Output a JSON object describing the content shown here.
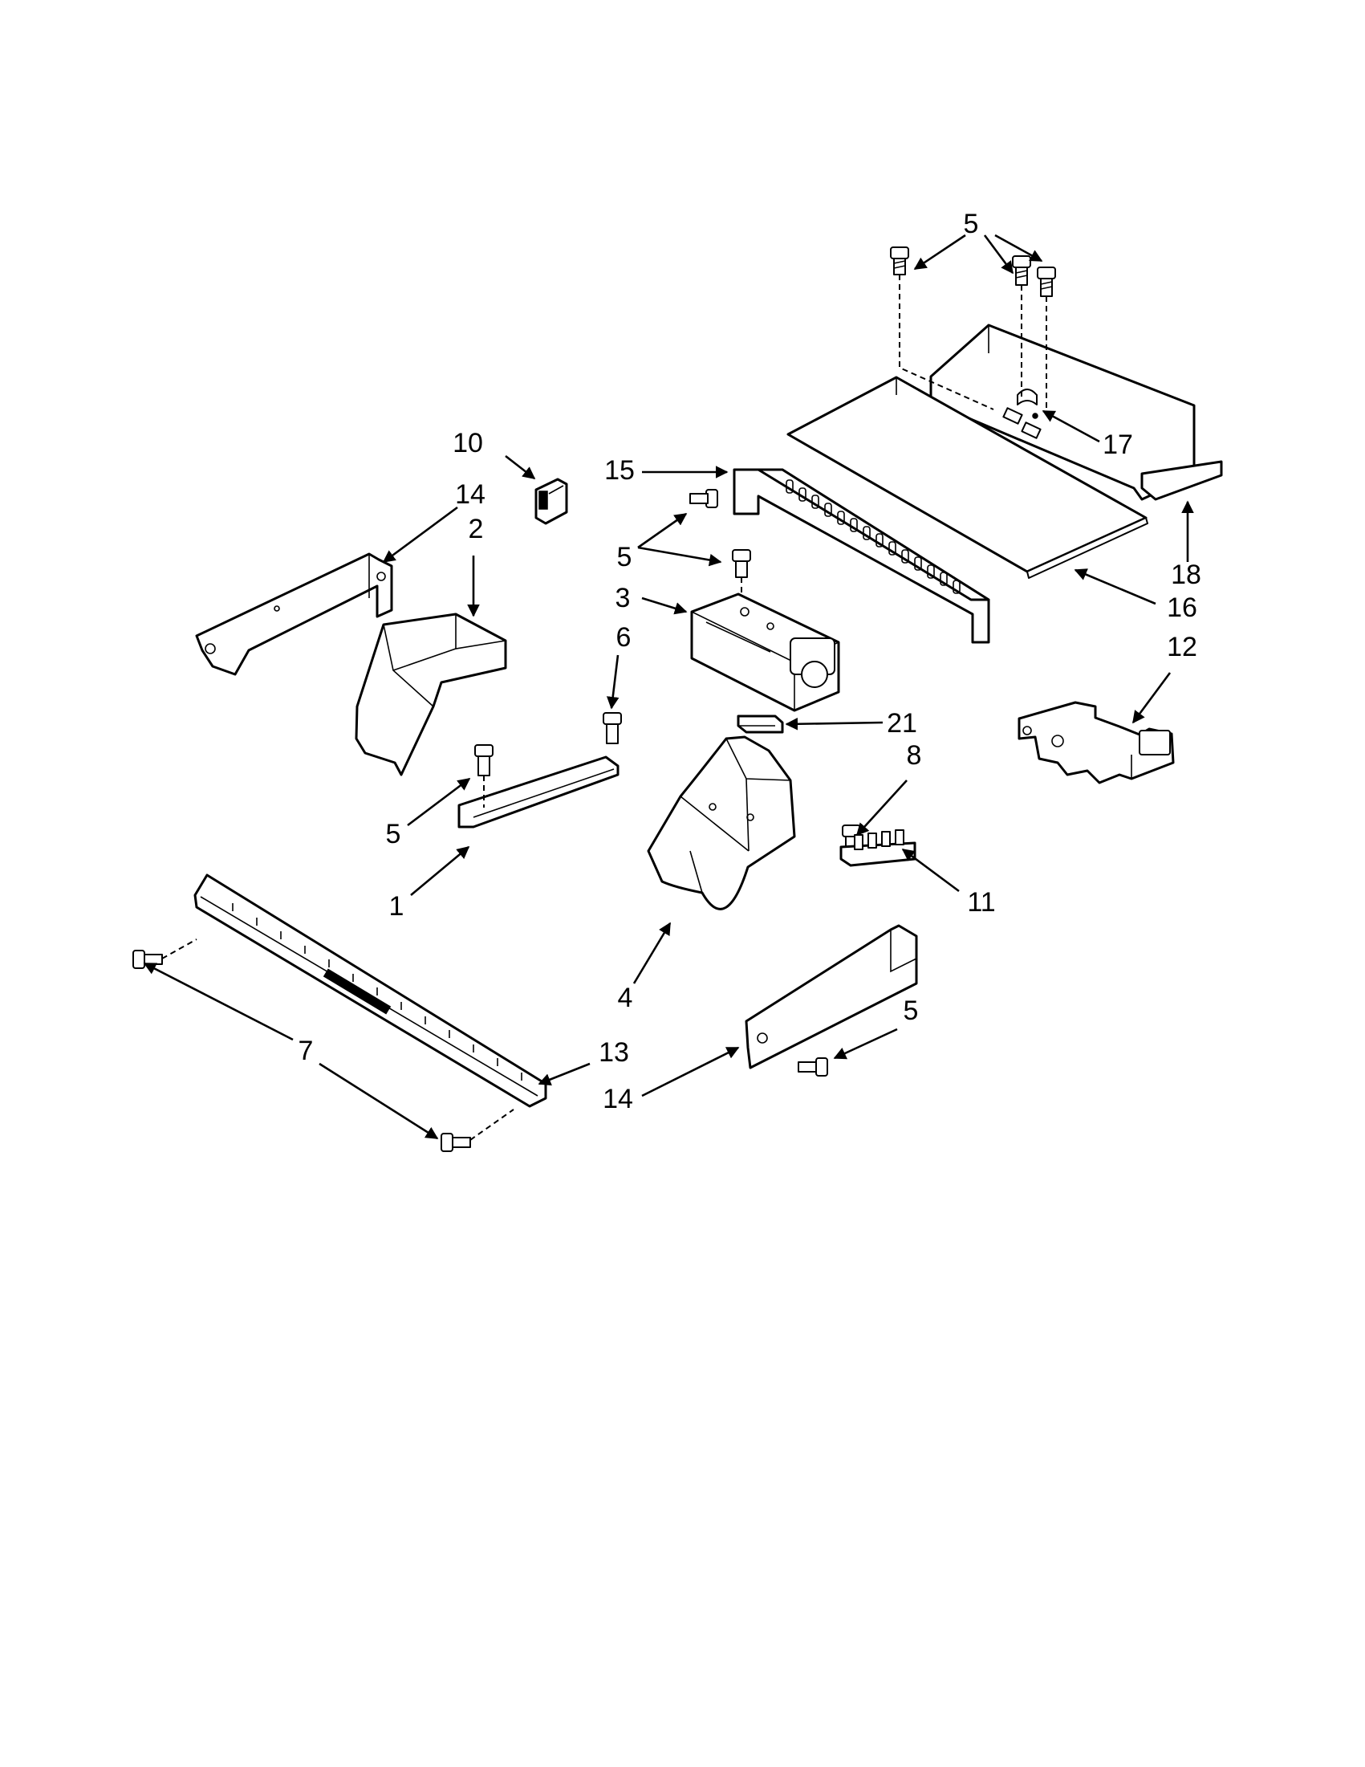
{
  "diagram": {
    "type": "exploded-parts-diagram",
    "callouts": [
      {
        "id": "c5-top",
        "label": "5"
      },
      {
        "id": "c10",
        "label": "10"
      },
      {
        "id": "c14-left",
        "label": "14"
      },
      {
        "id": "c2",
        "label": "2"
      },
      {
        "id": "c15",
        "label": "15"
      },
      {
        "id": "c17",
        "label": "17"
      },
      {
        "id": "c5-mid",
        "label": "5"
      },
      {
        "id": "c3",
        "label": "3"
      },
      {
        "id": "c18",
        "label": "18"
      },
      {
        "id": "c16",
        "label": "16"
      },
      {
        "id": "c6",
        "label": "6"
      },
      {
        "id": "c12",
        "label": "12"
      },
      {
        "id": "c21",
        "label": "21"
      },
      {
        "id": "c5-left",
        "label": "5"
      },
      {
        "id": "c8",
        "label": "8"
      },
      {
        "id": "c1",
        "label": "1"
      },
      {
        "id": "c11",
        "label": "11"
      },
      {
        "id": "c4",
        "label": "4"
      },
      {
        "id": "c5-bottom",
        "label": "5"
      },
      {
        "id": "c7",
        "label": "7"
      },
      {
        "id": "c13",
        "label": "13"
      },
      {
        "id": "c14-right",
        "label": "14"
      }
    ]
  }
}
